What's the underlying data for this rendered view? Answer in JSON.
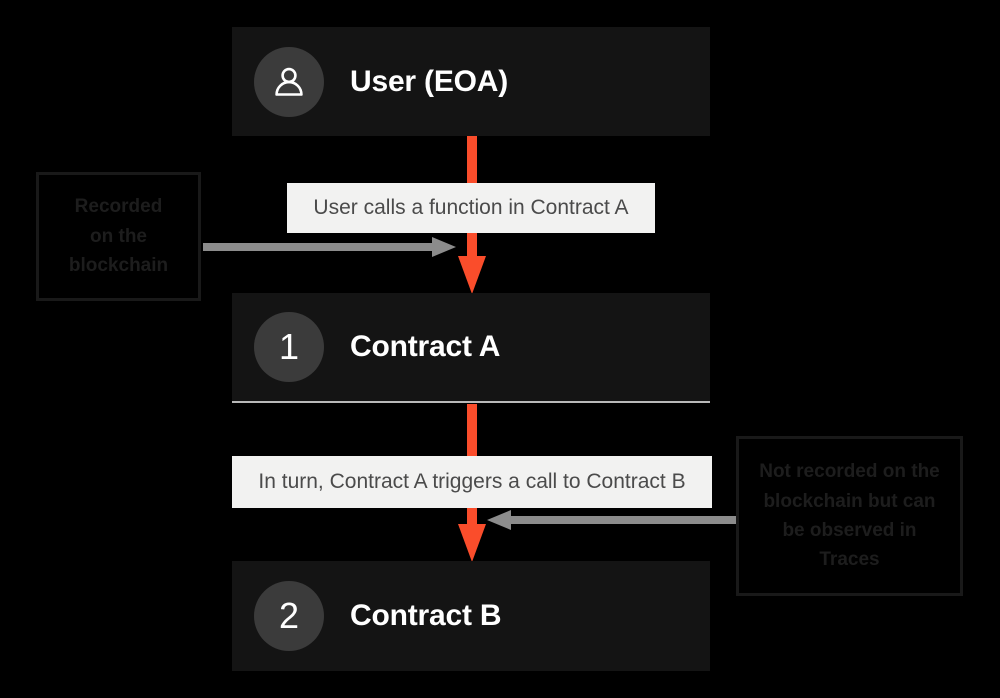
{
  "diagram": {
    "title": "Contract call flow",
    "background_color": "#000000",
    "accent_color": "#fa4d2b",
    "node_color": "#141414",
    "caption_color": "#f2f2f1",
    "grey_arrow_color": "#8c8c8c"
  },
  "nodes": [
    {
      "id": "user",
      "badge_icon": "person-icon",
      "badge_text": "",
      "label": "User (EOA)"
    },
    {
      "id": "contract-a",
      "badge_icon": "number-badge",
      "badge_text": "1",
      "label": "Contract A"
    },
    {
      "id": "contract-b",
      "badge_icon": "number-badge",
      "badge_text": "2",
      "label": "Contract B"
    }
  ],
  "captions": [
    {
      "id": "caption-1",
      "text": "User calls a function in Contract A"
    },
    {
      "id": "caption-2",
      "text": "In turn, Contract A triggers a call to Contract B"
    }
  ],
  "notes": [
    {
      "id": "note-left",
      "lines": [
        "Recorded",
        "on the",
        "blockchain"
      ]
    },
    {
      "id": "note-right",
      "lines": [
        "Not recorded on the",
        "blockchain but can",
        "be observed in",
        "Traces"
      ]
    }
  ],
  "arrows": [
    {
      "id": "arrow-orange-1",
      "direction": "down",
      "color": "#fa4d2b",
      "from": "user",
      "to": "contract-a"
    },
    {
      "id": "arrow-orange-2",
      "direction": "down",
      "color": "#fa4d2b",
      "from": "contract-a",
      "to": "contract-b"
    },
    {
      "id": "arrow-grey-left",
      "direction": "right",
      "color": "#8c8c8c",
      "from": "note-left",
      "to": "arrow-orange-1"
    },
    {
      "id": "arrow-grey-right",
      "direction": "left",
      "color": "#8c8c8c",
      "from": "note-right",
      "to": "arrow-orange-2"
    }
  ]
}
